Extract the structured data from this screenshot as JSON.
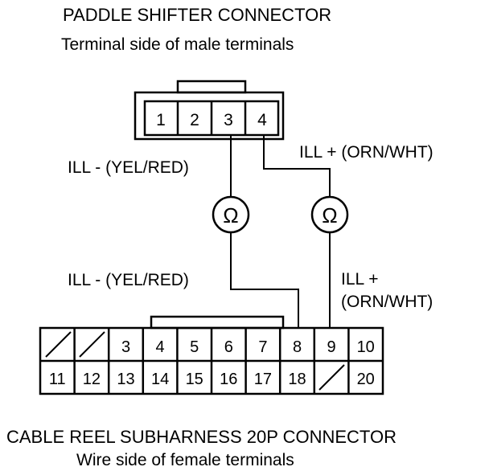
{
  "top_connector": {
    "title": "PADDLE SHIFTER CONNECTOR",
    "subtitle": "Terminal side of male terminals",
    "pins": [
      "1",
      "2",
      "3",
      "4"
    ]
  },
  "bottom_connector": {
    "title": "CABLE REEL SUBHARNESS 20P CONNECTOR",
    "subtitle": "Wire side of female terminals",
    "row1": [
      "",
      "",
      "3",
      "4",
      "5",
      "6",
      "7",
      "8",
      "9",
      "10"
    ],
    "row2": [
      "11",
      "12",
      "13",
      "14",
      "15",
      "16",
      "17",
      "18",
      "",
      "20"
    ]
  },
  "wires": {
    "ill_minus_top": "ILL -  (YEL/RED)",
    "ill_plus_top": "ILL +  (ORN/WHT)",
    "ill_minus_bottom": "ILL -  (YEL/RED)",
    "ill_plus_bottom_line1": "ILL +",
    "ill_plus_bottom_line2": "(ORN/WHT)"
  },
  "meters": {
    "symbol": "Ω"
  }
}
